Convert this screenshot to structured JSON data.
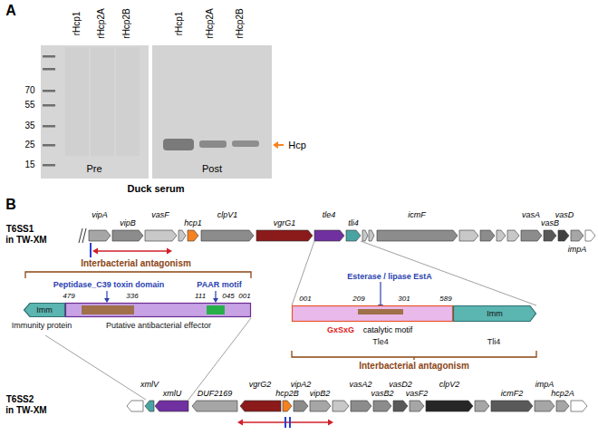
{
  "diagram": {
    "nodes": [
      {
        "text": [
          "Imm",
          "Immunity protein"
        ]
      },
      {
        "text": [
          "Putative antibacterial effector"
        ]
      },
      {
        "text": [
          "Tle4"
        ]
      },
      {
        "text": [
          "Imm",
          "Tli4"
        ]
      }
    ],
    "labels": [
      "A",
      "rHcp1",
      "rHcp2A",
      "rHcp2B",
      "rHcp1",
      "rHcp2A",
      "rHcp2B",
      "70",
      "55",
      "35",
      "25",
      "15",
      "Hcp",
      "Pre",
      "Post",
      "Duck serum",
      "B",
      "T6SS1",
      "in TW-XM",
      "vipA",
      "vipB",
      "vasF",
      "hcp1",
      "clpV1",
      "vgrG1",
      "tle4",
      "tli4",
      "icmF",
      "vasA",
      "vasB",
      "vasD",
      "impA",
      "Interbacterial antagonism",
      "Peptidase_C39 toxin domain",
      "PAAR motif",
      "479",
      "336",
      "111",
      "045",
      "001",
      "Esterase / lipase EstA",
      "001",
      "209",
      "301",
      "589",
      "GxSxG",
      "catalytic motif",
      "Interbacterial antagonism",
      "T6SS2",
      "in TW-XM",
      "xmlV",
      "xmlU",
      "DUF2169",
      "vgrG2",
      "hcp2B",
      "vipA2",
      "vipB2",
      "vasA2",
      "vasB2",
      "vasD2",
      "vasF2",
      "clpV2",
      "icmF2",
      "impA",
      "hcp2A"
    ]
  }
}
